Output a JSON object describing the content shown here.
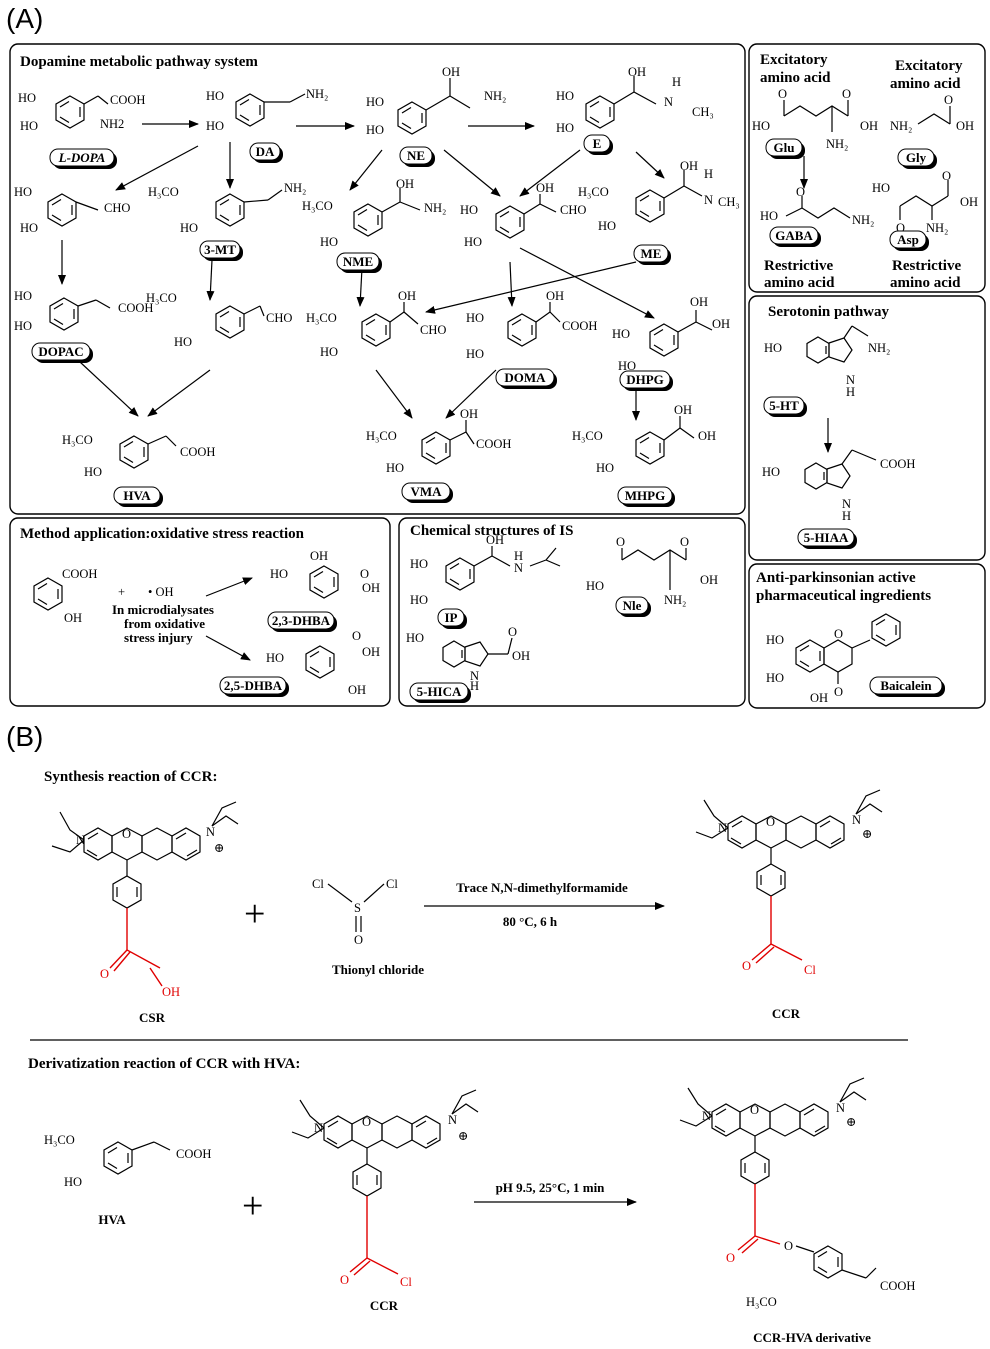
{
  "panels": {
    "a": "(A)",
    "b": "(B)"
  },
  "boxes": {
    "dopamine": "Dopamine metabolic pathway system",
    "excitatory1": [
      "Excitatory",
      "amino acid"
    ],
    "excitatory2": [
      "Excitatory",
      "amino acid"
    ],
    "restrictive1": [
      "Restrictive",
      "amino acid"
    ],
    "restrictive2": [
      "Restrictive",
      "amino acid"
    ],
    "serotonin": "Serotonin pathway",
    "oxidative": "Method application:oxidative stress reaction",
    "is": "Chemical structures of IS",
    "antiparkinson": [
      "Anti-parkinsonian active",
      "pharmaceutical ingredients"
    ]
  },
  "compounds": {
    "ldopa": "L-DOPA",
    "da": "DA",
    "ne": "NE",
    "e": "E",
    "mt": "3-MT",
    "nme": "NME",
    "me": "ME",
    "dopac": "DOPAC",
    "doma": "DOMA",
    "dhpg": "DHPG",
    "hva": "HVA",
    "vma": "VMA",
    "mhpg": "MHPG",
    "glu": "Glu",
    "gly": "Gly",
    "gaba": "GABA",
    "asp": "Asp",
    "ht5": "5-HT",
    "hiaa": "5-HIAA",
    "dhba23": "2,3-DHBA",
    "dhba25": "2,5-DHBA",
    "ip": "IP",
    "nle": "Nle",
    "hica": "5-HICA",
    "baicalein": "Baicalein"
  },
  "oxidative": {
    "plus": "+",
    "oh": "• OH",
    "note": [
      "In microdialysates",
      "from oxidative",
      "stress injury"
    ]
  },
  "groups": {
    "ho": "HO",
    "oh": "OH",
    "cooh": "COOH",
    "cho": "CHO",
    "nh2": "NH₂",
    "nh2b": "NH2",
    "ch3": "CH₃",
    "h3co": "H₃CO",
    "n": "N",
    "h": "H",
    "o": "O",
    "cl": "Cl",
    "s": "S",
    "nplus": "N",
    "plus_circ": "⊕"
  },
  "synthesis": {
    "title": "Synthesis reaction of CCR:",
    "condition1": "Trace N,N-dimethylformamide",
    "condition2": "80 °C, 6 h",
    "reagent": "Thionyl chloride",
    "reactant": "CSR",
    "product": "CCR",
    "plus": "+"
  },
  "derivatization": {
    "title": "Derivatization reaction of CCR with HVA:",
    "condition": "pH 9.5, 25°C, 1 min",
    "reactant1": "HVA",
    "reactant2": "CCR",
    "product": "CCR-HVA derivative",
    "plus": "+"
  }
}
